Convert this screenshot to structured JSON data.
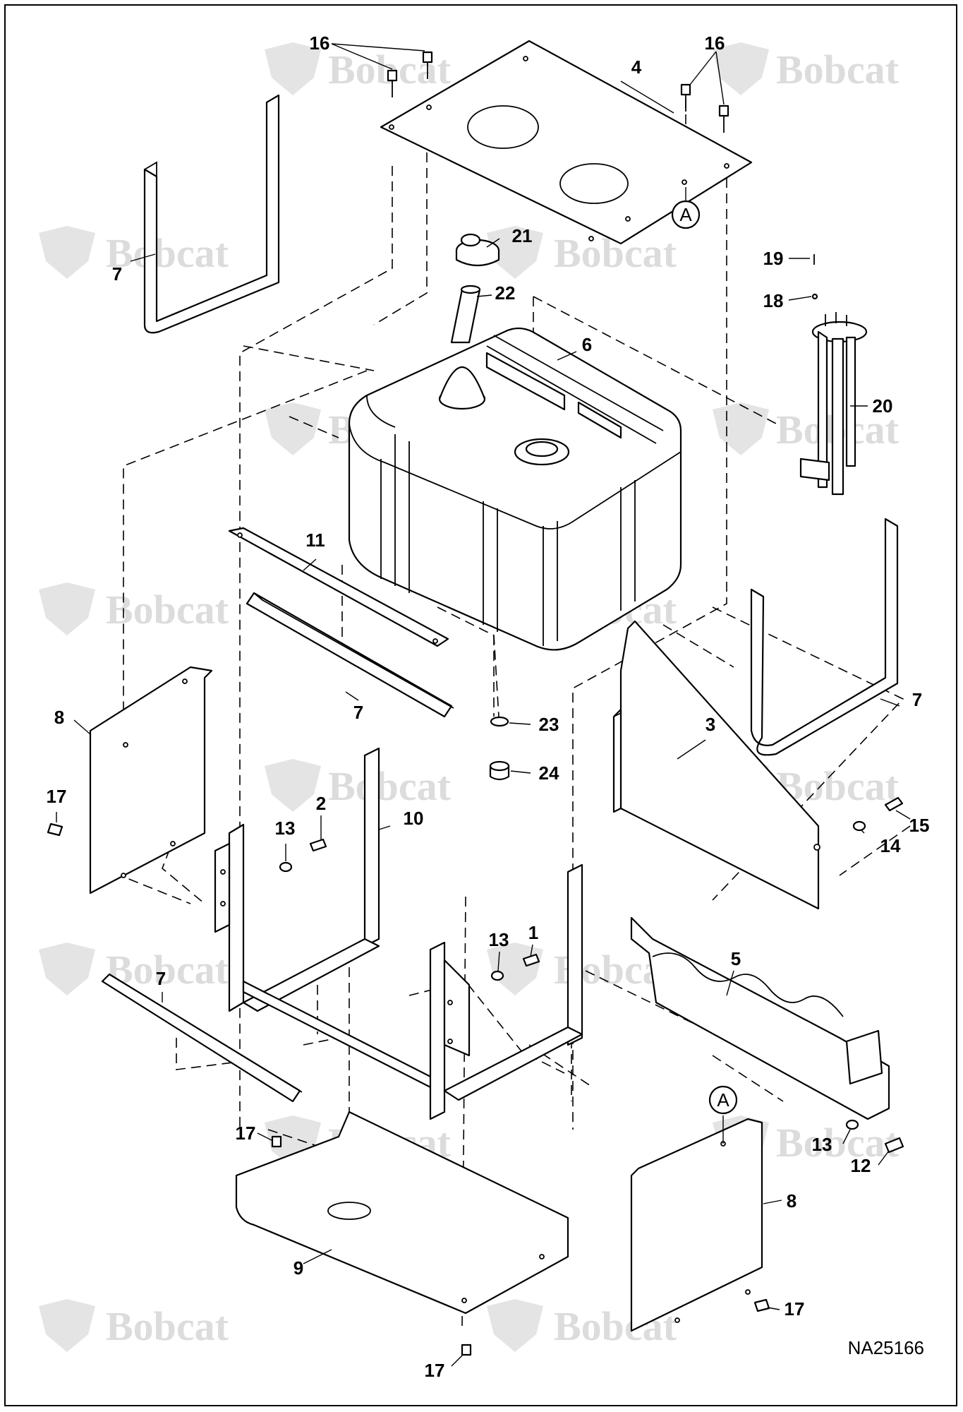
{
  "diagram": {
    "document_id": "NA25166",
    "watermark_text": "Bobcat",
    "callouts": {
      "c1": "1",
      "c2": "2",
      "c3": "3",
      "c4": "4",
      "c5": "5",
      "c6": "6",
      "c7a": "7",
      "c7b": "7",
      "c7c": "7",
      "c7d": "7",
      "c8a": "8",
      "c8b": "8",
      "c9": "9",
      "c10": "10",
      "c11": "11",
      "c12": "12",
      "c13a": "13",
      "c13b": "13",
      "c13c": "13",
      "c14": "14",
      "c15": "15",
      "c16a": "16",
      "c16b": "16",
      "c17a": "17",
      "c17b": "17",
      "c17c": "17",
      "c17d": "17",
      "c18": "18",
      "c19": "19",
      "c20": "20",
      "c21": "21",
      "c22": "22",
      "c23": "23",
      "c24": "24",
      "refA1": "A",
      "refA2": "A"
    },
    "colors": {
      "line": "#000000",
      "watermark": "#dcdcdc",
      "background": "#ffffff"
    }
  }
}
